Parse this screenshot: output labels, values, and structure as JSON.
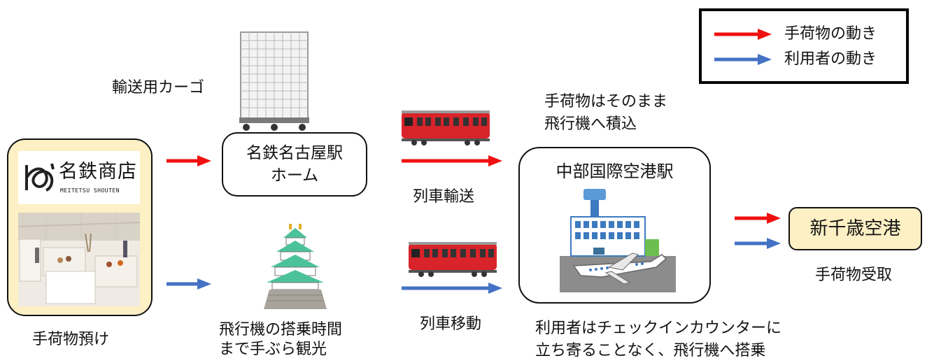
{
  "legend": {
    "baggage_label": "手荷物の動き",
    "user_label": "利用者の動き",
    "baggage_color": "#f01010",
    "user_color": "#4472c4"
  },
  "shop": {
    "logo_text": "名鉄商店",
    "logo_subtext": "MEITETSU SHOUTEN",
    "caption": "手荷物預け",
    "panel_color": "#fdf0c4"
  },
  "cargo": {
    "caption": "輸送用カーゴ"
  },
  "station_box": {
    "line1": "名鉄名古屋駅",
    "line2": "ホーム"
  },
  "castle": {
    "caption_line1": "飛行機の搭乗時間",
    "caption_line2": "まで手ぶら観光"
  },
  "train_top": {
    "caption": "列車輸送"
  },
  "train_bottom": {
    "caption": "列車移動"
  },
  "airport_station": {
    "title": "中部国際空港駅",
    "note_top_line1": "手荷物はそのまま",
    "note_top_line2": "飛行機へ積込",
    "note_bottom_line1": "利用者はチェックインカウンターに",
    "note_bottom_line2": "立ち寄ることなく、飛行機へ搭乗"
  },
  "destination": {
    "label": "新千歳空港",
    "caption": "手荷物受取",
    "box_color": "#fdf0c4"
  }
}
